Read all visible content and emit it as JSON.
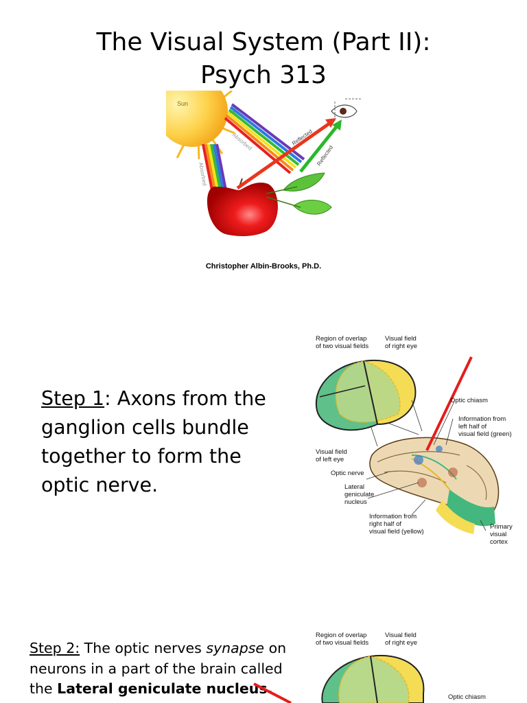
{
  "slide1": {
    "title_line1": "The Visual System (Part II):",
    "title_line2": "Psych 313",
    "author": "Christopher Albin-Brooks, Ph.D.",
    "illustration": {
      "sun_label": "Sun",
      "absorbed_label": "Absorbed",
      "reflected_label": "Reflected"
    }
  },
  "slide2": {
    "step_label": "Step 1",
    "step_text": ": Axons from the ganglion cells bundle together to form the optic nerve.",
    "diagram": {
      "overlap_label_1": "Region of overlap",
      "overlap_label_2": "of two visual fields",
      "right_eye_1": "Visual field",
      "right_eye_2": "of right eye",
      "chiasm": "Optic chiasm",
      "left_info_1": "Information from",
      "left_info_2": "left half of",
      "left_info_3": "visual field (green)",
      "left_eye_1": "Visual field",
      "left_eye_2": "of left eye",
      "optic_nerve": "Optic nerve",
      "lgn_1": "Lateral",
      "lgn_2": "geniculate",
      "lgn_3": "nucleus",
      "right_info_1": "Information from",
      "right_info_2": "right half of",
      "right_info_3": "visual field (yellow)",
      "cortex_1": "Primary",
      "cortex_2": "visual",
      "cortex_3": "cortex"
    }
  },
  "slide3": {
    "step_label": "Step 2:",
    "text_a": " The optic nerves ",
    "text_italic": "synapse",
    "text_b": " on neurons in a part of the brain called the ",
    "text_bold": "Lateral geniculate nucleus.",
    "diagram": {
      "overlap_label_1": "Region of overlap",
      "overlap_label_2": "of two visual fields",
      "right_eye_1": "Visual field",
      "right_eye_2": "of right eye",
      "chiasm": "Optic chiasm"
    }
  }
}
